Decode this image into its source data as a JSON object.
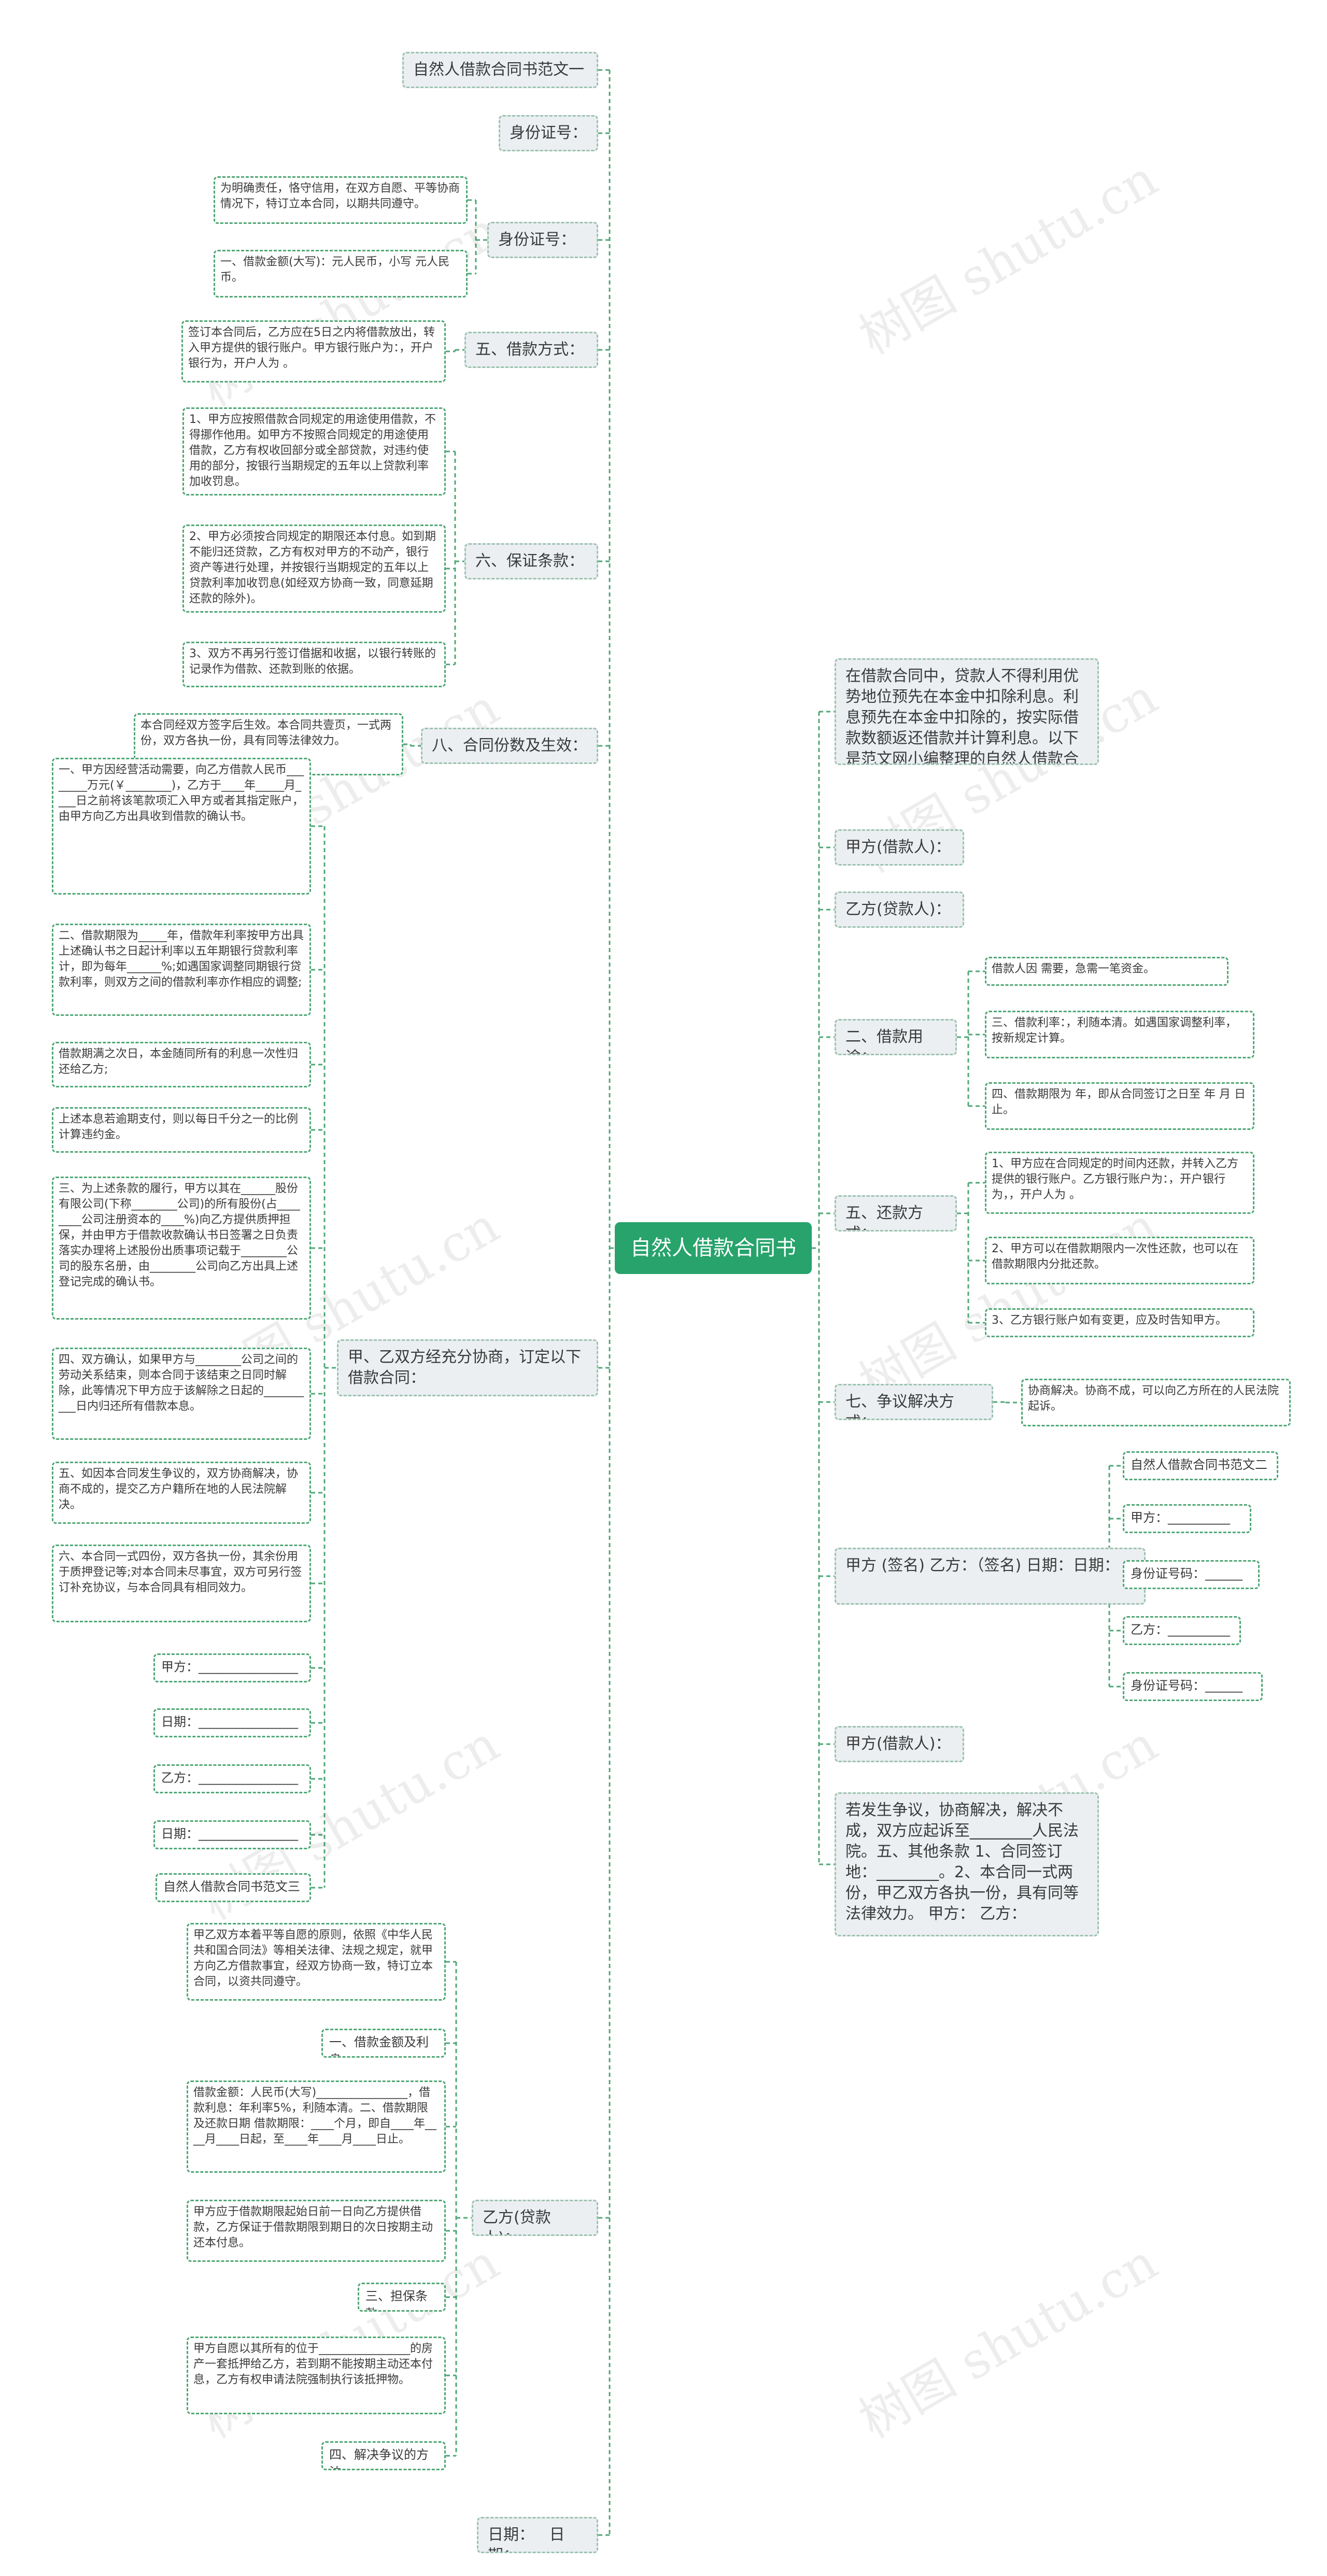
{
  "root": {
    "label": "自然人借款合同书"
  },
  "watermark": "树图 shutu.cn",
  "colors": {
    "accent": "#27a36b",
    "connector": "#4fa776",
    "branch_bg": "#ebeff2"
  },
  "left": {
    "title1": "自然人借款合同书范文一",
    "idno": "身份证号：",
    "idno2": {
      "label": "身份证号：",
      "leaves": [
        "为明确责任，恪守信用，在双方自愿、平等协商情况下，特订立本合同，以期共同遵守。",
        "一、借款金额(大写)：元人民币，小写 元人民币。"
      ]
    },
    "s5": {
      "label": "五、借款方式：",
      "leaves": [
        "签订本合同后，乙方应在5日之内将借款放出，转入甲方提供的银行账户。甲方银行账户为：，开户银行为，开户人为 。"
      ]
    },
    "s6": {
      "label": "六、保证条款：",
      "leaves": [
        "1、甲方应按照借款合同规定的用途使用借款，不得挪作他用。如甲方不按照合同规定的用途使用借款，乙方有权收回部分或全部贷款，对违约使用的部分，按银行当期规定的五年以上贷款利率加收罚息。",
        "2、甲方必须按合同规定的期限还本付息。如到期不能归还贷款，乙方有权对甲方的不动产，银行资产等进行处理，并按银行当期规定的五年以上贷款利率加收罚息(如经双方协商一致，同意延期还款的除外)。",
        "3、双方不再另行签订借据和收据，以银行转账的记录作为借款、还款到账的依据。"
      ]
    },
    "s8": {
      "label": "八、合同份数及生效：",
      "leaves": [
        "本合同经双方签字后生效。本合同共壹页，一式两份，双方各执一份，具有同等法律效力。"
      ]
    },
    "agree": {
      "label": "甲、乙双方经充分协商，订定以下借款合同：",
      "leaves": [
        "一、甲方因经营活动需要，向乙方借款人民币________万元(￥________)，乙方于____年_____月____日之前将该笔款项汇入甲方或者其指定账户，由甲方向乙方出具收到借款的确认书。",
        "二、借款期限为_____年，借款年利率按甲方出具上述确认书之日起计利率以五年期银行贷款利率计，即为每年______%;如遇国家调整同期银行贷款利率，则双方之间的借款利率亦作相应的调整;",
        "借款期满之次日，本金随同所有的利息一次性归还给乙方;",
        "上述本息若逾期支付，则以每日千分之一的比例计算违约金。",
        "三、为上述条款的履行，甲方以其在______股份有限公司(下称________公司)的所有股份(占________公司注册资本的____%)向乙方提供质押担保，并由甲方于借款收款确认书日签署之日负责落实办理将上述股份出质事项记载于________公司的股东名册，由________公司向乙方出具上述登记完成的确认书。",
        "四、双方确认，如果甲方与________公司之间的劳动关系结束，则本合同于该结束之日同时解除，此等情况下甲方应于该解除之日起的__________日内归还所有借款本息。",
        "五、如因本合同发生争议的，双方协商解决，协商不成的，提交乙方户籍所在地的人民法院解决。",
        "六、本合同一式四份，双方各执一份，其余份用于质押登记等;对本合同未尽事宜，双方可另行签订补充协议，与本合同具有相同效力。",
        "甲方：________________",
        "日期：________________",
        "乙方：________________",
        "日期：________________",
        "自然人借款合同书范文三"
      ]
    },
    "partyB": {
      "label": "乙方(贷款人)：",
      "leaves": [
        "甲乙双方本着平等自愿的原则，依照《中华人民共和国合同法》等相关法律、法规之规定，就甲方向乙方借款事宜，经双方协商一致，特订立本合同，以资共同遵守。",
        "一、借款金额及利息",
        "借款金额：人民币(大写)________________，借款利息：年利率5%，利随本清。二、借款期限及还款日期 借款期限：____个月，即自____年____月____日起，至____年____月____日止。",
        "甲方应于借款期限起始日前一日向乙方提供借款，乙方保证于借款期限到期日的次日按期主动还本付息。",
        "三、担保条款",
        "甲方自愿以其所有的位于________________的房产一套抵押给乙方，若到期不能按期主动还本付息，乙方有权申请法院强制执行该抵押物。",
        "四、解决争议的方法"
      ]
    },
    "date": "日期：   日期："
  },
  "right": {
    "intro": "在借款合同中，贷款人不得利用优势地位预先在本金中扣除利息。利息预先在本金中扣除的，按实际借款数额返还借款并计算利息。以下是范文网小编整理的自然人借款合同书，欢迎参考阅读。",
    "partyA": "甲方(借款人)：",
    "partyB": "乙方(贷款人)：",
    "s2": {
      "label": "二、借款用途：",
      "leaves": [
        "借款人因 需要，急需一笔资金。",
        "三、借款利率：，利随本清。如遇国家调整利率，按新规定计算。",
        "四、借款期限为 年，即从合同签订之日至 年 月 日止。"
      ]
    },
    "s5": {
      "label": "五、还款方式：",
      "leaves": [
        "1、甲方应在合同规定的时间内还款，并转入乙方提供的银行账户。乙方银行账户为：，开户银行为，，开户人为 。",
        "2、甲方可以在借款期限内一次性还款，也可以在借款期限内分批还款。",
        "3、乙方银行账户如有变更，应及时告知甲方。"
      ]
    },
    "s7": {
      "label": "七、争议解决方式：",
      "leaves": [
        "协商解决。协商不成，可以向乙方所在的人民法院起诉。"
      ]
    },
    "sign": {
      "label": "甲方 (签名) 乙方：（签名) 日期：日期：",
      "leaves": [
        "自然人借款合同书范文二",
        "甲方：__________",
        "身份证号码：______",
        "乙方：__________",
        "身份证号码：______"
      ]
    },
    "partyA2": "甲方(借款人)：",
    "last": "若发生争议，协商解决，解决不成，双方应起诉至________人民法院。五、其他条款 1、合同签订地：________。2、本合同一式两份，甲乙双方各执一份，具有同等法律效力。 甲方： 乙方："
  }
}
